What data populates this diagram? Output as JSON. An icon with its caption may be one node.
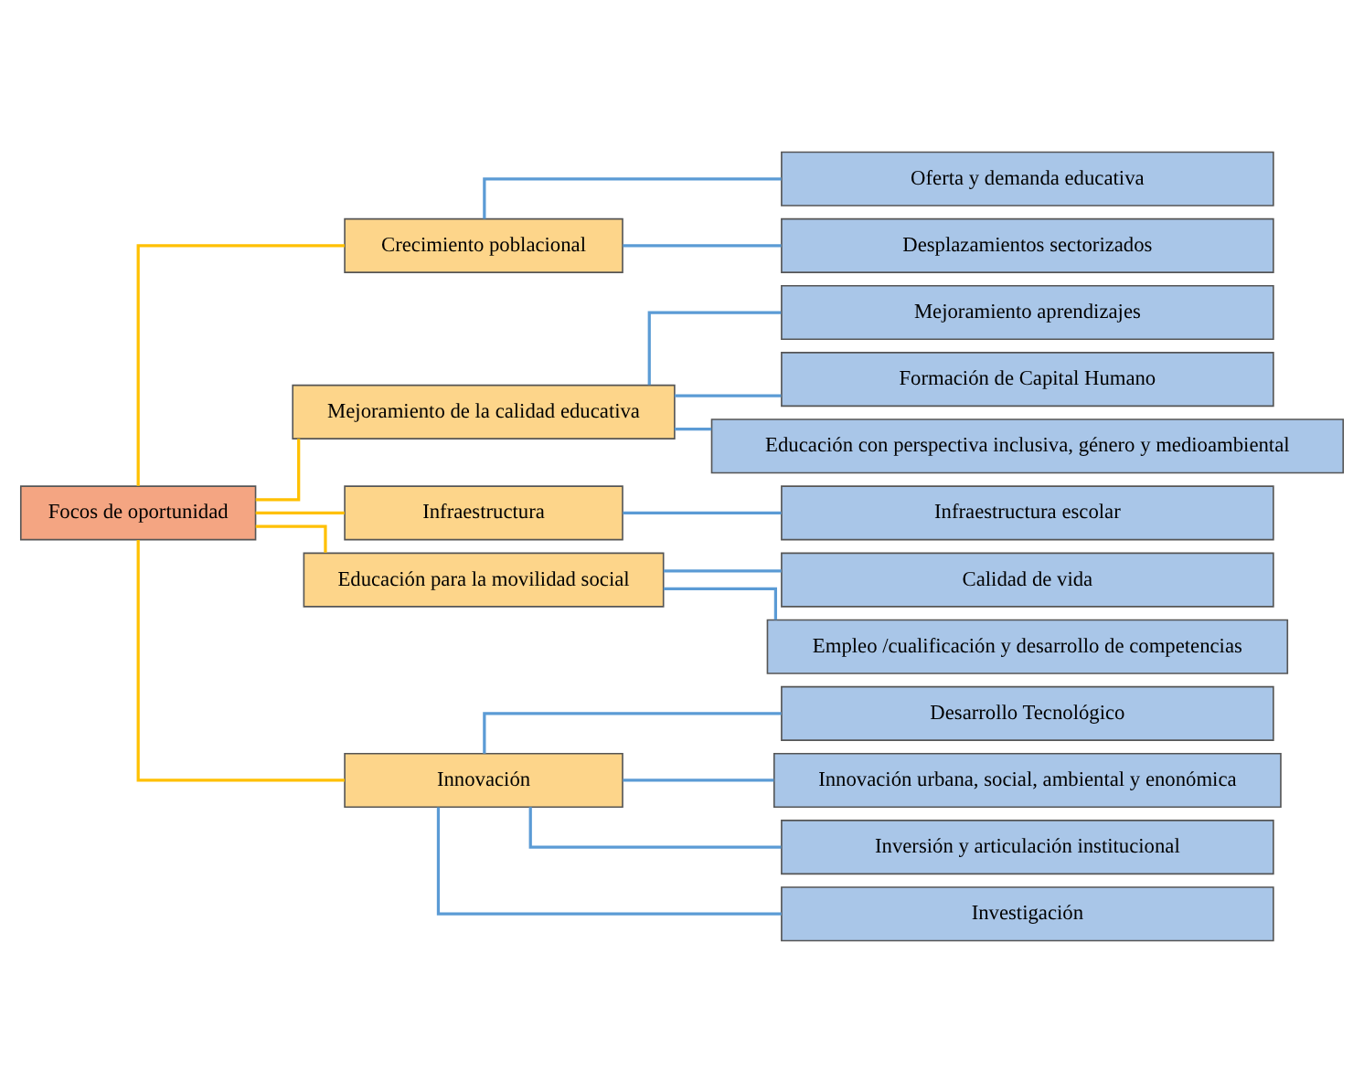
{
  "diagram": {
    "nodes": [
      {
        "text": [
          "Focos de oportunidad"
        ]
      },
      {
        "text": [
          "Crecimiento poblacional"
        ]
      },
      {
        "text": [
          "Oferta y demanda educativa"
        ]
      },
      {
        "text": [
          "Desplazamientos sectorizados"
        ]
      },
      {
        "text": [
          "Mejoramiento de la calidad educativa"
        ]
      },
      {
        "text": [
          "Mejoramiento aprendizajes"
        ]
      },
      {
        "text": [
          "Formación de Capital Humano"
        ]
      },
      {
        "text": [
          "Educación con perspectiva inclusiva, género y medioambiental"
        ]
      },
      {
        "text": [
          "Infraestructura"
        ]
      },
      {
        "text": [
          "Infraestructura escolar"
        ]
      },
      {
        "text": [
          "Educación para la movilidad social"
        ]
      },
      {
        "text": [
          "Calidad de vida"
        ]
      },
      {
        "text": [
          "Empleo /cualificación y desarrollo de competencias"
        ]
      },
      {
        "text": [
          "Innovación"
        ]
      },
      {
        "text": [
          "Desarrollo Tecnológico"
        ]
      },
      {
        "text": [
          "Innovación urbana, social, ambiental y enonómica"
        ]
      },
      {
        "text": [
          "Inversión y articulación institucional"
        ]
      },
      {
        "text": [
          "Investigación"
        ]
      }
    ],
    "edges": [
      {
        "from": 0,
        "to": 1,
        "arrow": "none",
        "color": "#ffc000"
      },
      {
        "from": 0,
        "to": 4,
        "arrow": "none",
        "color": "#ffc000"
      },
      {
        "from": 0,
        "to": 8,
        "arrow": "none",
        "color": "#ffc000"
      },
      {
        "from": 0,
        "to": 10,
        "arrow": "none",
        "color": "#ffc000"
      },
      {
        "from": 0,
        "to": 13,
        "arrow": "none",
        "color": "#ffc000"
      },
      {
        "from": 1,
        "to": 2,
        "arrow": "none"
      },
      {
        "from": 1,
        "to": 3,
        "arrow": "none"
      },
      {
        "from": 4,
        "to": 5,
        "arrow": "none"
      },
      {
        "from": 4,
        "to": 6,
        "arrow": "none"
      },
      {
        "from": 4,
        "to": 7,
        "arrow": "none"
      },
      {
        "from": 8,
        "to": 9,
        "arrow": "none"
      },
      {
        "from": 10,
        "to": 11,
        "arrow": "none"
      },
      {
        "from": 10,
        "to": 12,
        "arrow": "none"
      },
      {
        "from": 13,
        "to": 14,
        "arrow": "none"
      },
      {
        "from": 13,
        "to": 15,
        "arrow": "none"
      },
      {
        "from": 13,
        "to": 16,
        "arrow": "none"
      },
      {
        "from": 13,
        "to": 17,
        "arrow": "none"
      }
    ]
  }
}
